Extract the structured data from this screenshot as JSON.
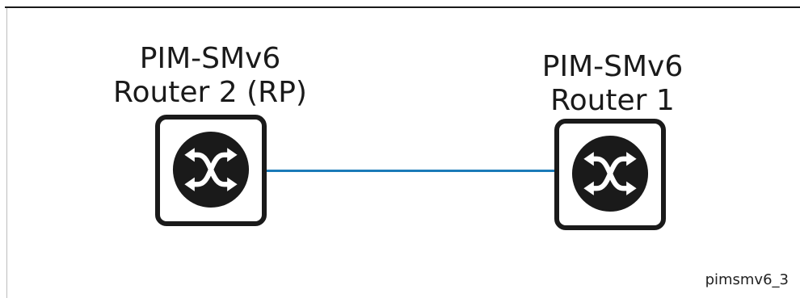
{
  "routers": [
    {
      "id": "router-2",
      "label_line1": "PIM-SMv6",
      "label_line2": "Router 2 (RP)",
      "icon": "router-switch-icon"
    },
    {
      "id": "router-1",
      "label_line1": "PIM-SMv6",
      "label_line2": "Router 1",
      "icon": "router-switch-icon"
    }
  ],
  "link": {
    "from": "router-2",
    "to": "router-1",
    "color": "#1a7ab8"
  },
  "caption": "pimsmv6_3"
}
